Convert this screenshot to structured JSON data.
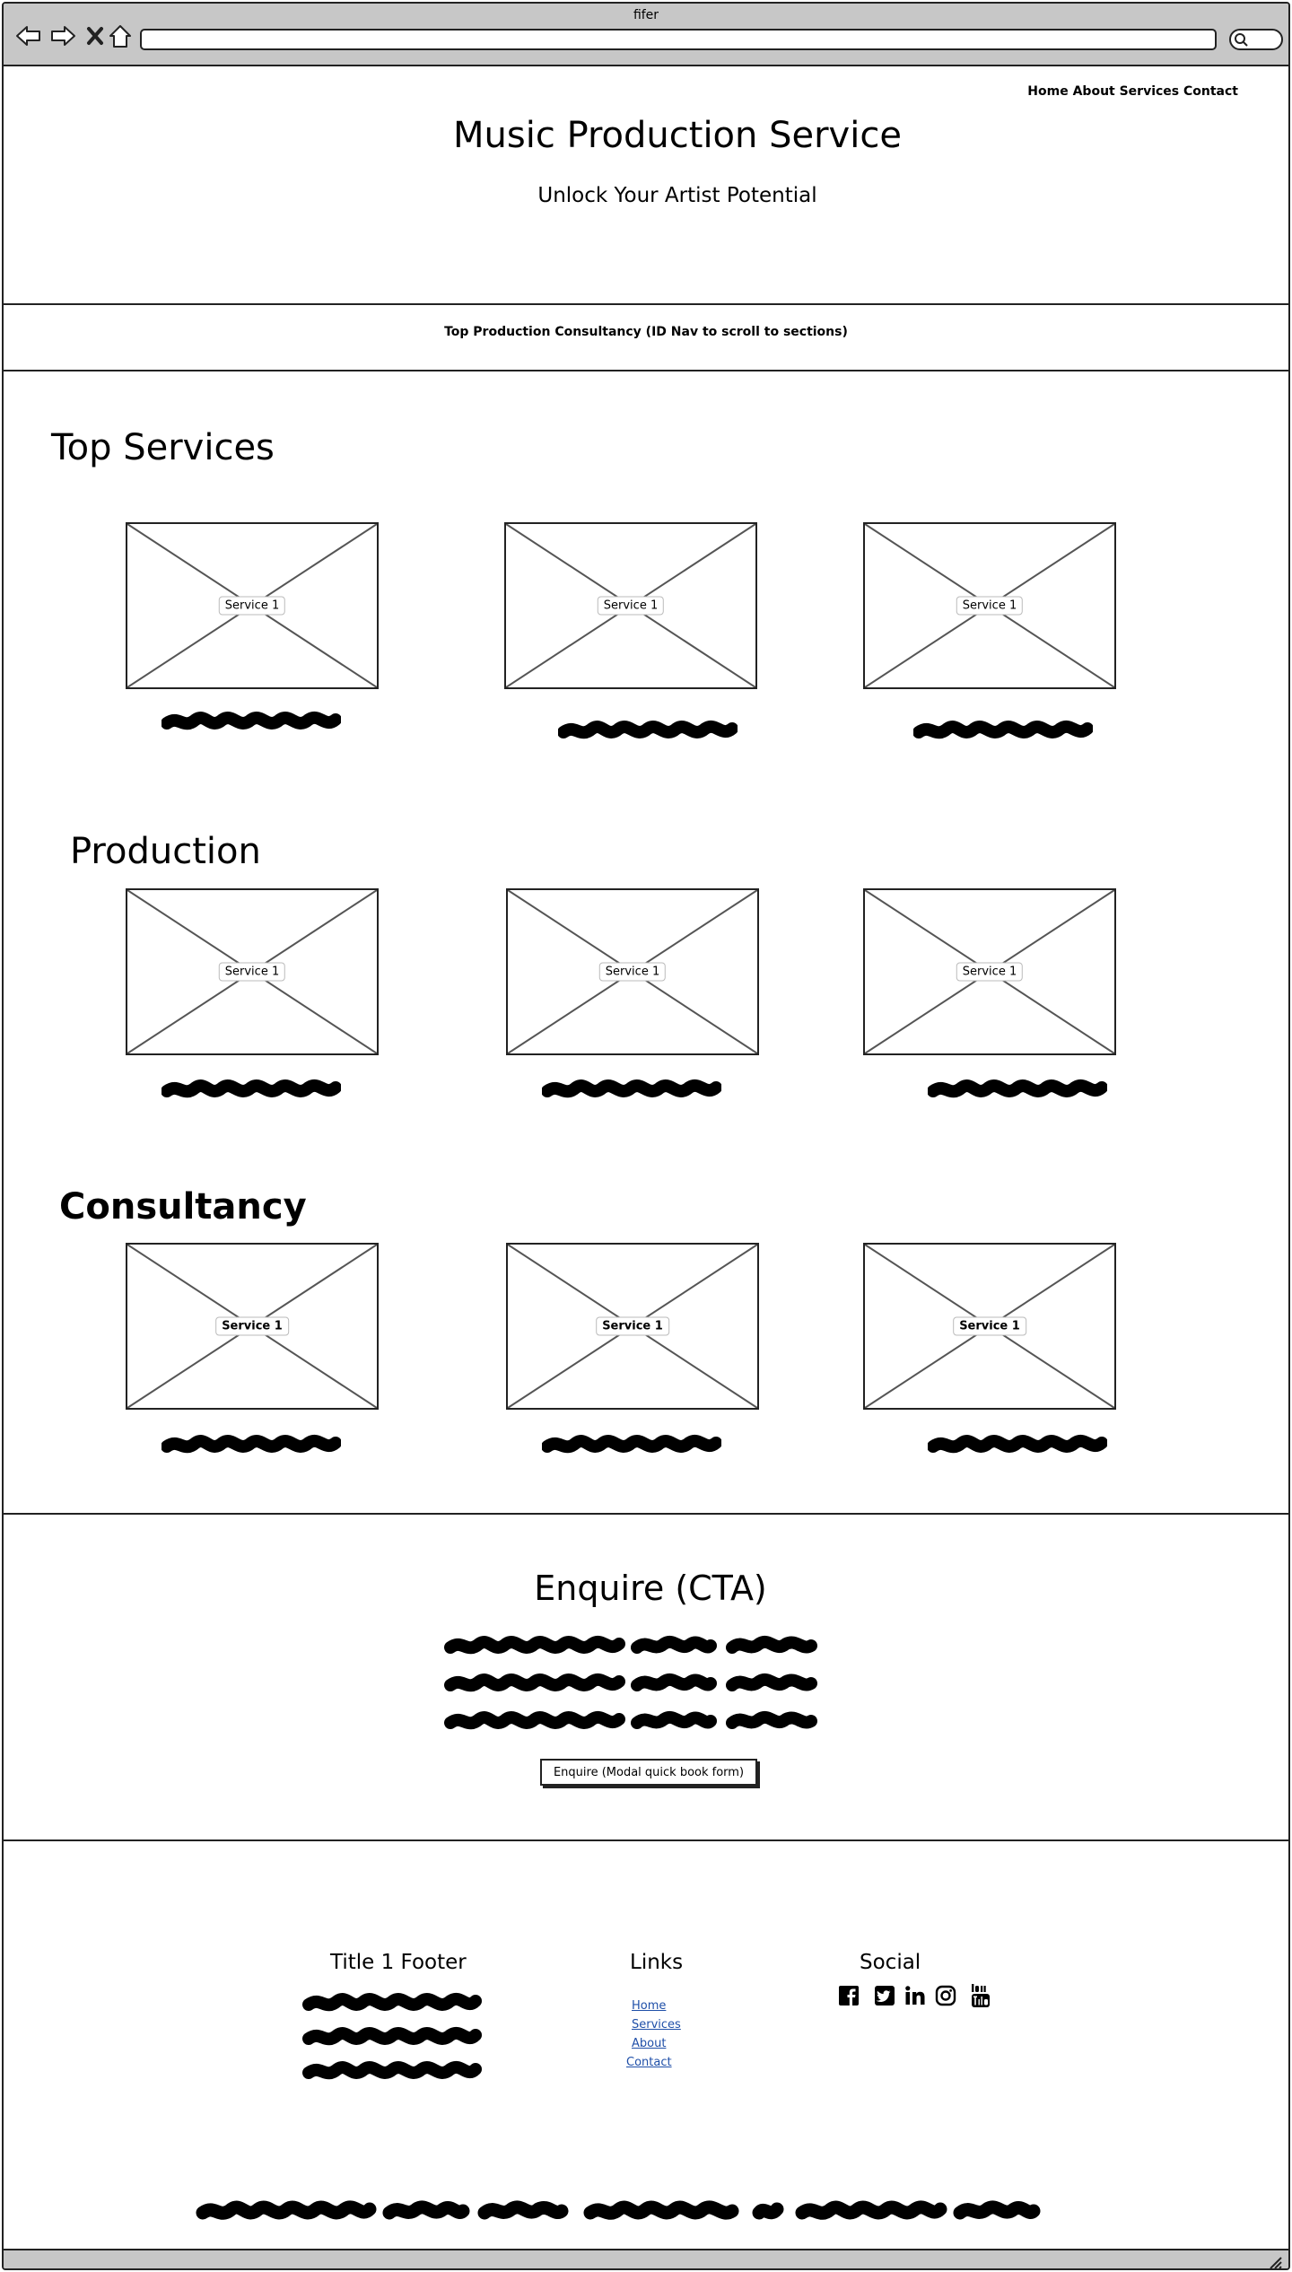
{
  "window": {
    "title": "fifer"
  },
  "header": {
    "nav": "Home About Services Contact",
    "title": "Music Production Service",
    "subtitle": "Unlock Your Artist Potential"
  },
  "band": {
    "text": "Top Production Consultancy (ID Nav to scroll to sections)"
  },
  "sections": [
    {
      "title": "Top Services",
      "cards": [
        "Service 1",
        "Service 1",
        "Service 1"
      ]
    },
    {
      "title": "Production",
      "cards": [
        "Service 1",
        "Service 1",
        "Service 1"
      ]
    },
    {
      "title": "Consultancy",
      "cards": [
        "Service 1",
        "Service 1",
        "Service 1"
      ]
    }
  ],
  "cta": {
    "title": "Enquire (CTA)",
    "button": "Enquire (Modal quick book form)"
  },
  "footer": {
    "col1_title": "Title 1 Footer",
    "links_title": "Links",
    "links": [
      "Home",
      "Services",
      "About",
      "Contact"
    ],
    "social_title": "Social",
    "social_icons": [
      "facebook-icon",
      "twitter-icon",
      "linkedin-icon",
      "instagram-icon",
      "youtube-icon"
    ]
  }
}
